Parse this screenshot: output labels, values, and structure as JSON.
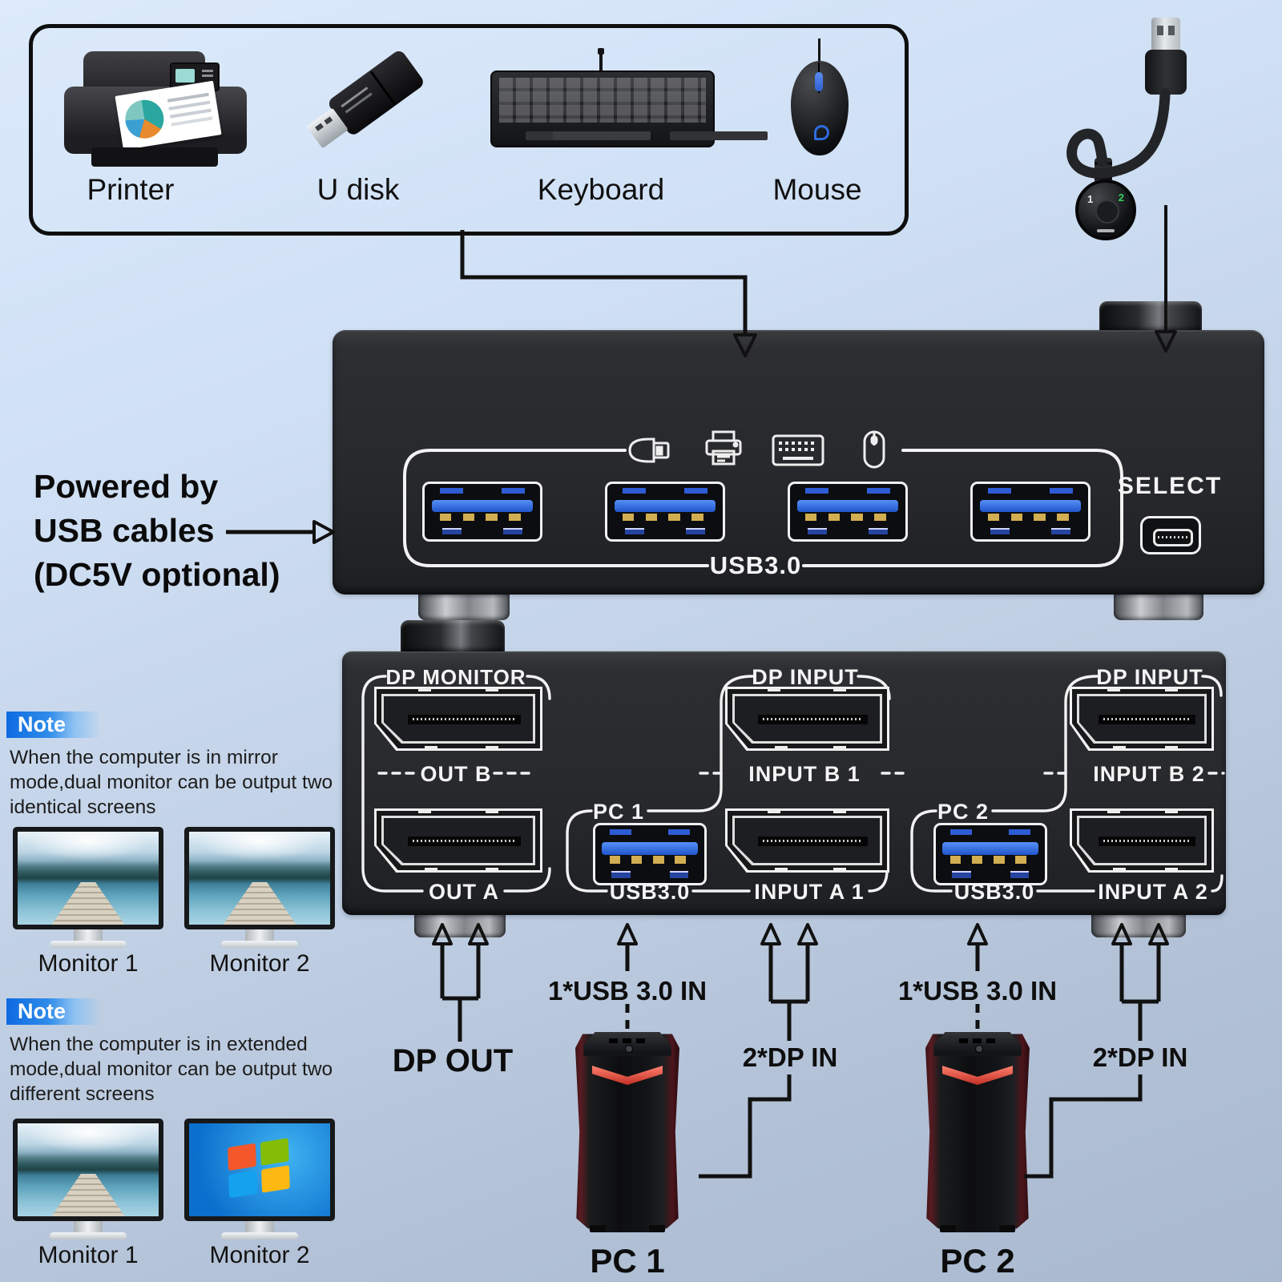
{
  "device_box": {
    "printer": "Printer",
    "udisk": "U disk",
    "keyboard": "Keyboard",
    "mouse": "Mouse"
  },
  "remote": {
    "num1": "1",
    "num2": "2"
  },
  "power_label": {
    "line1": "Powered by",
    "line2": "USB cables",
    "line3": "(DC5V optional)"
  },
  "front_panel": {
    "usb_group": "USB3.0",
    "select": "SELECT",
    "icons": [
      "usb-plug-icon",
      "printer-icon",
      "keyboard-icon",
      "mouse-icon"
    ]
  },
  "rear_panel": {
    "dp_monitor": "DP MONITOR",
    "out_b": "OUT B",
    "out_a": "OUT A",
    "dp_input_1": "DP INPUT",
    "input_b1": "INPUT B 1",
    "pc1": "PC 1",
    "usb3_1": "USB3.0",
    "input_a1": "INPUT A 1",
    "dp_input_2": "DP INPUT",
    "input_b2": "INPUT B 2",
    "pc2": "PC 2",
    "usb3_2": "USB3.0",
    "input_a2": "INPUT A 2"
  },
  "notes": [
    {
      "badge": "Note",
      "line1": "When the computer is in mirror",
      "line2": "mode,dual monitor can be output two",
      "line3": "identical screens",
      "monitor1": "Monitor 1",
      "monitor2": "Monitor 2"
    },
    {
      "badge": "Note",
      "line1": "When the computer is in extended",
      "line2": "mode,dual monitor can be output two",
      "line3": "different screens",
      "monitor1": "Monitor 1",
      "monitor2": "Monitor 2"
    }
  ],
  "connections": {
    "dp_out": "DP OUT",
    "usb_in_pc1": "1*USB 3.0 IN",
    "dp_in_pc1": "2*DP IN",
    "usb_in_pc2": "1*USB 3.0 IN",
    "dp_in_pc2": "2*DP IN"
  },
  "computers": {
    "pc1": "PC 1",
    "pc2": "PC 2"
  },
  "colors": {
    "usb_blue": "#2e6de0",
    "note_badge_blue": "#0d6ae0",
    "line_black": "#111111",
    "led_green": "#35d05a",
    "red_accent": "#c22f24"
  }
}
